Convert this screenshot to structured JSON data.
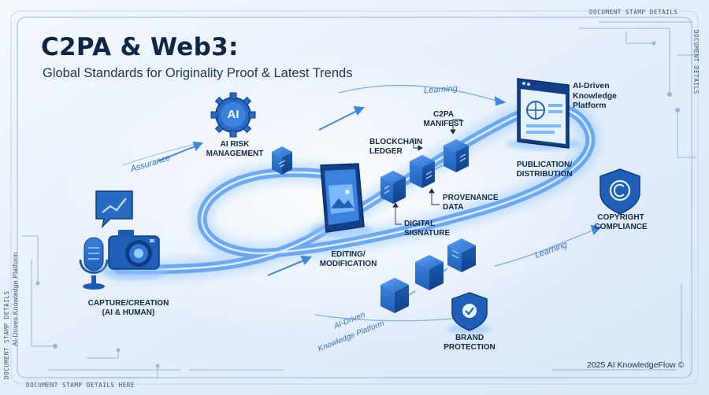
{
  "title": "C2PA & Web3:",
  "subtitle": "Global Standards for Originality Proof & Latest Trends",
  "stamps": {
    "top": "DOCUMENT STAMP DETAILS",
    "right": "DOCUMENT DETAILS",
    "left_1": "AI-Driven Knowledge Platform",
    "left_2": "DOCUMENT STAMP DETAILS",
    "bottom": "DOCUMENT STAMP DETAILS HERE"
  },
  "nodes": {
    "capture": "CAPTURE/CREATION\n(AI & HUMAN)",
    "ai_risk": "AI RISK\nMANAGEMENT",
    "ai_badge": "AI",
    "editing": "EDITING/\nMODIFICATION",
    "blockchain": "BLOCKCHAIN\nLEDGER",
    "c2pa": "C2PA\nMANIFEST",
    "provenance": "PROVENANCE\nDATA",
    "signature": "DIGITAL\nSIGNATURE",
    "publication": "PUBLICATION/\nDISTRIBUTION",
    "platform": "AI-Driven\nKnowledge\nPlatform",
    "copyright": "COPYRIGHT\nCOMPLIANCE",
    "brand": "BRAND\nPROTECTION"
  },
  "flow_labels": {
    "assurance": "Assurance",
    "learning_top": "Learning",
    "learning_right": "Learning",
    "platform_curve_1": "AI-Driven",
    "platform_curve_2": "Knowledge Platform"
  },
  "copyright_notice": "2025 AI KnowledgeFlow ©",
  "colors": {
    "navy": "#0e2747",
    "accent": "#2f74d0",
    "glow": "#6fb1ff",
    "cube": "#2a6bc2",
    "background": "#e9f1fb"
  }
}
